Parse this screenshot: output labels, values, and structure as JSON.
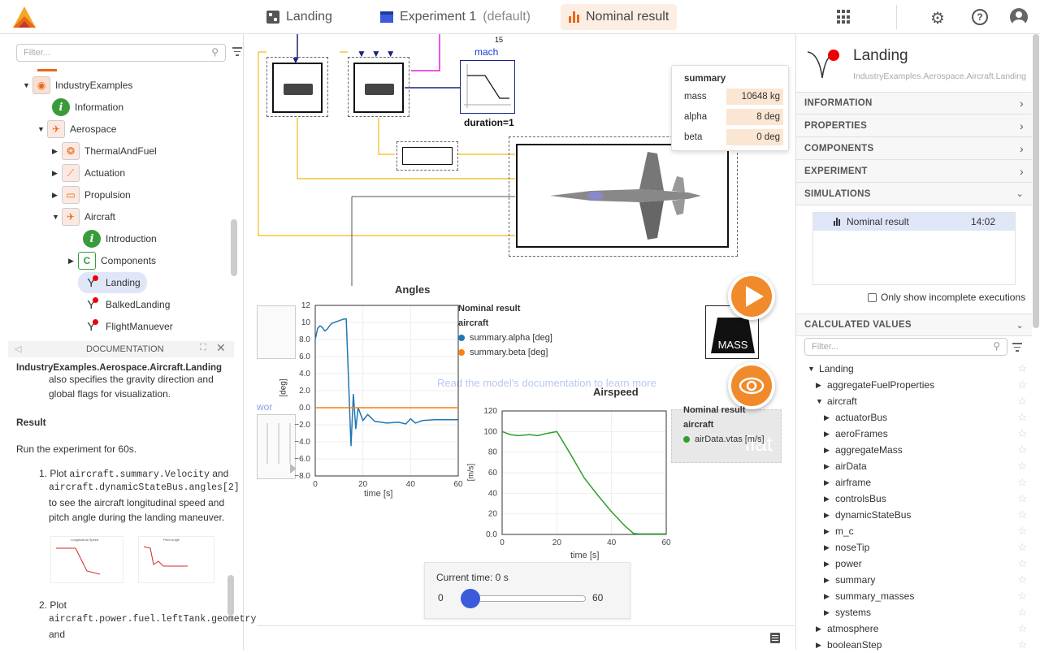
{
  "topbar": {
    "tabs": [
      {
        "label": "Landing",
        "icon": "model-icon"
      },
      {
        "label": "Experiment 1",
        "suffix": "(default)",
        "icon": "clapperboard-icon"
      },
      {
        "label": "Nominal result",
        "icon": "bar-chart-icon"
      }
    ]
  },
  "left": {
    "filter_placeholder": "Filter...",
    "tree": [
      {
        "label": "IndustryExamples"
      },
      {
        "label": "Information"
      },
      {
        "label": "Aerospace"
      },
      {
        "label": "ThermalAndFuel"
      },
      {
        "label": "Actuation"
      },
      {
        "label": "Propulsion"
      },
      {
        "label": "Aircraft"
      },
      {
        "label": "Introduction"
      },
      {
        "label": "Components"
      },
      {
        "label": "Landing"
      },
      {
        "label": "BalkedLanding"
      },
      {
        "label": "FlightManuever"
      }
    ]
  },
  "doc": {
    "header": "DOCUMENTATION",
    "path": "IndustryExamples.Aerospace.Aircraft.Landing",
    "line1": "also specifies the gravity direction and",
    "line2": "global flags for visualization.",
    "result_heading": "Result",
    "run_text": "Run the experiment for 60s.",
    "item1_a": "1. Plot",
    "item1_code1": "aircraft.summary.Velocity",
    "item1_and": "and",
    "item1_code2": "aircraft.dynamicStateBus.angles[2]",
    "item1_rest1": "to see the aircraft longitudinal speed and",
    "item1_rest2": "pitch angle during the landing maneuver.",
    "thumb1_title": "Longitudinal Speed",
    "thumb2_title": "Pitch Angle",
    "item2_a": "2. Plot",
    "item2_code": "aircraft.power.fuel.leftTank.geometry",
    "item2_and": "and"
  },
  "diagram": {
    "mach_label": "mach",
    "mach_num": "15",
    "duration_label": "duration=1",
    "mass_label": "MASS",
    "hint_text": "Read the model's documentation to learn more",
    "flat_text": "flat",
    "wor_text": "wor"
  },
  "summary_popup": {
    "title": "summary",
    "rows": [
      {
        "name": "mass",
        "value": "10648 kg"
      },
      {
        "name": "alpha",
        "value": "8 deg"
      },
      {
        "name": "beta",
        "value": "0 deg"
      }
    ]
  },
  "angles_chart": {
    "title": "Angles",
    "legend_title": "Nominal result",
    "legend_sub": "aircraft",
    "series_names": [
      "summary.alpha [deg]",
      "summary.beta [deg]"
    ],
    "ylabel": "[deg]",
    "xlabel": "time [s]",
    "yticks": [
      "12",
      "10",
      "8.0",
      "6.0",
      "4.0",
      "2.0",
      "0.0",
      "−2.0",
      "−4.0",
      "−6.0",
      "−8.0"
    ],
    "xticks": [
      "0",
      "20",
      "40",
      "60"
    ]
  },
  "airspeed_chart": {
    "title": "Airspeed",
    "legend_title": "Nominal result",
    "legend_sub": "aircraft",
    "series_names": [
      "airData.vtas [m/s]"
    ],
    "ylabel": "[m/s]",
    "xlabel": "time [s]",
    "yticks": [
      "120",
      "100",
      "80",
      "60",
      "40",
      "20",
      "0.0"
    ],
    "xticks": [
      "0",
      "20",
      "40",
      "60"
    ]
  },
  "chart_data": [
    {
      "type": "line",
      "title": "Angles",
      "xlabel": "time [s]",
      "ylabel": "[deg]",
      "xlim": [
        0,
        60
      ],
      "ylim": [
        -8,
        12
      ],
      "series": [
        {
          "name": "summary.alpha [deg]",
          "color": "#1f77b4",
          "x": [
            0,
            1,
            2,
            3,
            4,
            5,
            6,
            7,
            8,
            9,
            10,
            11,
            12,
            13,
            14,
            15,
            16,
            17,
            18,
            20,
            22,
            25,
            30,
            35,
            38,
            40,
            42,
            45,
            50,
            55,
            60
          ],
          "y": [
            8.0,
            9.3,
            9.6,
            9.4,
            9.0,
            9.2,
            9.6,
            9.9,
            10.0,
            10.1,
            10.2,
            10.3,
            10.4,
            10.4,
            3.0,
            -4.5,
            1.6,
            -2.5,
            0.0,
            -1.5,
            -0.8,
            -1.6,
            -1.8,
            -1.7,
            -1.9,
            -1.3,
            -1.8,
            -1.5,
            -1.4,
            -1.4,
            -1.4
          ]
        },
        {
          "name": "summary.beta [deg]",
          "color": "#ff7f0e",
          "x": [
            0,
            60
          ],
          "y": [
            0,
            0
          ]
        }
      ]
    },
    {
      "type": "line",
      "title": "Airspeed",
      "xlabel": "time [s]",
      "ylabel": "[m/s]",
      "xlim": [
        0,
        60
      ],
      "ylim": [
        0,
        120
      ],
      "series": [
        {
          "name": "airData.vtas [m/s]",
          "color": "#2ca02c",
          "x": [
            0,
            3,
            6,
            10,
            13,
            16,
            20,
            25,
            30,
            35,
            40,
            45,
            48,
            50,
            60
          ],
          "y": [
            100,
            97,
            96,
            97,
            96,
            98,
            100,
            78,
            55,
            38,
            22,
            8,
            1,
            0.5,
            0.5
          ]
        }
      ]
    }
  ],
  "time_slider": {
    "label": "Current time: 0 s",
    "min": "0",
    "max": "60",
    "value": 0
  },
  "right": {
    "model_name": "Landing",
    "model_path": "IndustryExamples.Aerospace.Aircraft.Landing",
    "sections": [
      "INFORMATION",
      "PROPERTIES",
      "COMPONENTS",
      "EXPERIMENT",
      "SIMULATIONS"
    ],
    "simulation": {
      "name": "Nominal result",
      "time": "14:02"
    },
    "incomplete_label": "Only show incomplete executions",
    "calc_header": "CALCULATED VALUES",
    "filter_placeholder": "Filter...",
    "calc_tree": [
      {
        "label": "Landing"
      },
      {
        "label": "aggregateFuelProperties"
      },
      {
        "label": "aircraft"
      },
      {
        "label": "actuatorBus"
      },
      {
        "label": "aeroFrames"
      },
      {
        "label": "aggregateMass"
      },
      {
        "label": "airData"
      },
      {
        "label": "airframe"
      },
      {
        "label": "controlsBus"
      },
      {
        "label": "dynamicStateBus"
      },
      {
        "label": "m_c"
      },
      {
        "label": "noseTip"
      },
      {
        "label": "power"
      },
      {
        "label": "summary"
      },
      {
        "label": "summary_masses"
      },
      {
        "label": "systems"
      },
      {
        "label": "atmosphere"
      },
      {
        "label": "booleanStep"
      }
    ]
  },
  "colors": {
    "accent": "#e8671b",
    "active_tab_bg": "#fdeee3",
    "blue": "#1f77b4",
    "green": "#2ca02c",
    "orange": "#ff7f0e"
  }
}
